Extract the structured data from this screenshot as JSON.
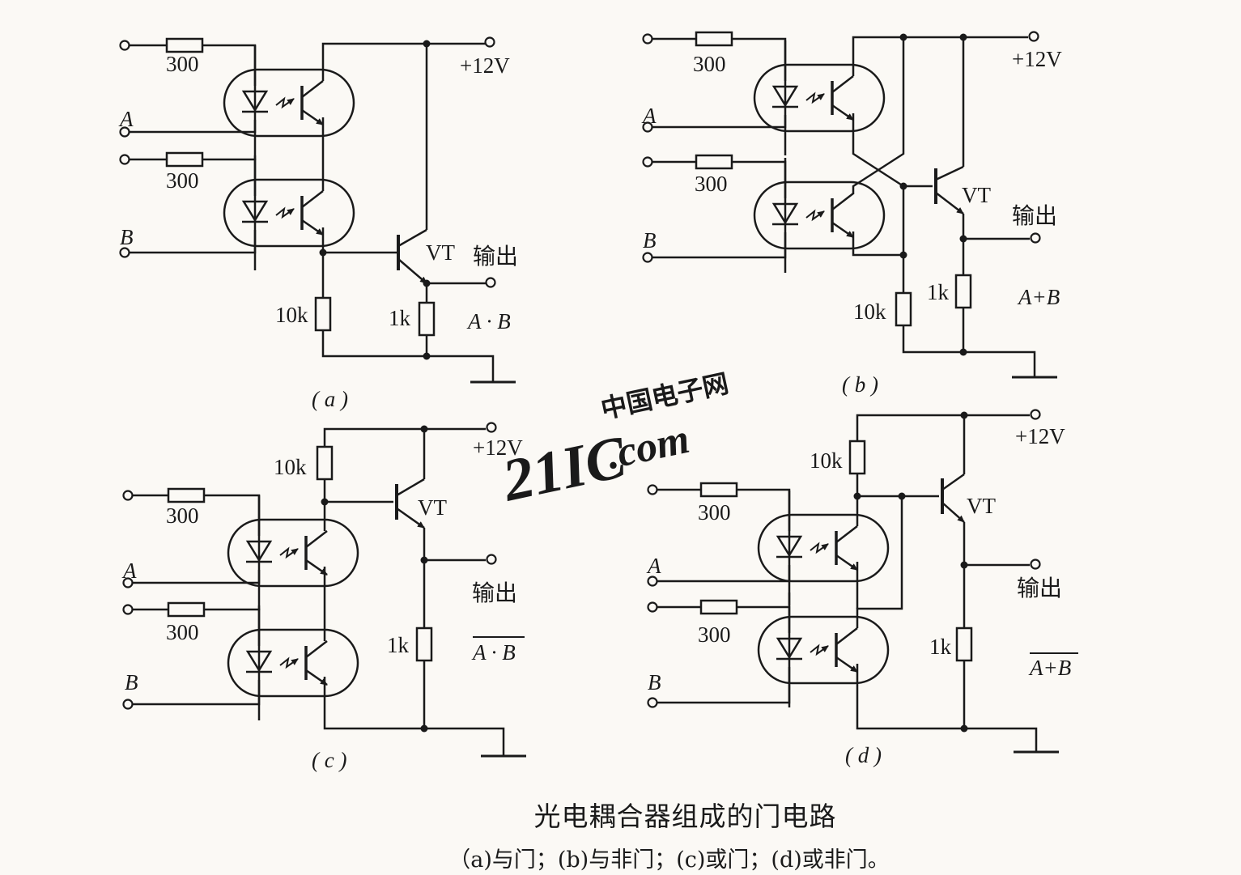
{
  "caption": {
    "title": "光电耦合器组成的门电路",
    "legend": "（a)与门；(b)与非门；(c)或门；(d)或非门。"
  },
  "labels": {
    "r300": "300",
    "r10k": "10k",
    "r1k": "1k",
    "vcc": "+12V",
    "transistor": "VT",
    "output": "输出",
    "input_a": "A",
    "input_b": "B"
  },
  "panels": {
    "a": {
      "tag": "( a )",
      "expr": "A · B"
    },
    "b": {
      "tag": "( b )",
      "expr": "A+B"
    },
    "c": {
      "tag": "( c )",
      "expr": "A · B"
    },
    "d": {
      "tag": "( d )",
      "expr": "A+B"
    }
  },
  "watermark": {
    "top": "中国电子网",
    "main": "21IC",
    "tail": ".com"
  },
  "colors": {
    "ink": "#1a1a1a",
    "paper": "#fbf9f5",
    "watermark_red": "#e8463c",
    "watermark_blue": "#3f7fd6"
  }
}
